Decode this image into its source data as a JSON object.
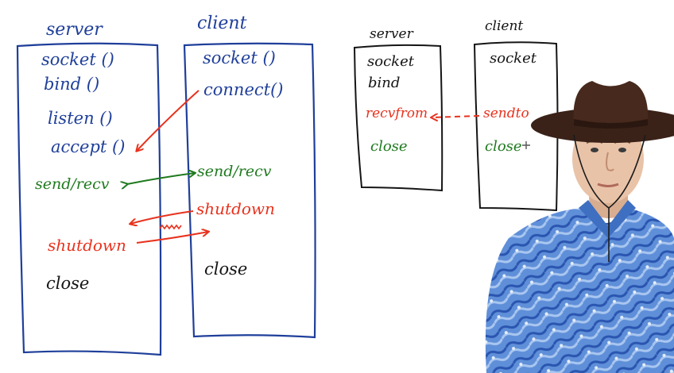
{
  "colors": {
    "blue": "#1f3f9a",
    "red": "#e8321e",
    "green": "#1f7a1f",
    "black": "#151515",
    "skin": "#e9c3a8",
    "hat": "#3a2218",
    "shirt": "#5f8fd8"
  },
  "tcp": {
    "server": {
      "title": "server",
      "calls": [
        "socket ()",
        "bind ()",
        "listen ()",
        "accept ()"
      ],
      "send_recv": "send/recv",
      "shutdown": "shutdown",
      "close": "close"
    },
    "client": {
      "title": "client",
      "calls": [
        "socket ()",
        "connect()"
      ],
      "send_recv": "send/recv",
      "shutdown": "shutdown",
      "close": "close"
    }
  },
  "udp": {
    "server": {
      "title": "server",
      "calls": [
        "socket",
        "bind"
      ],
      "recv": "recvfrom",
      "close": "close"
    },
    "client": {
      "title": "client",
      "calls": [
        "socket"
      ],
      "send": "sendto",
      "close": "close"
    }
  },
  "presenter": {
    "icon": "presenter-person-icon"
  }
}
